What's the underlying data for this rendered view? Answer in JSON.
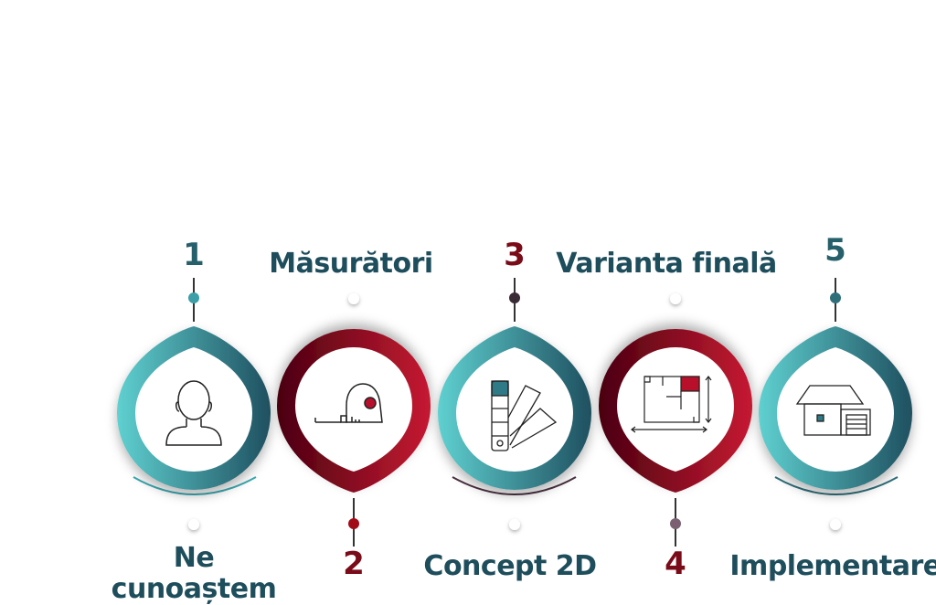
{
  "steps": [
    {
      "number": "1",
      "title": "Ne cunoaștem",
      "title_lines": [
        "Ne",
        "cunoaștem"
      ],
      "icon": "person-icon",
      "theme": "teal"
    },
    {
      "number": "2",
      "title": "Măsurători",
      "icon": "tape-measure-icon",
      "theme": "red"
    },
    {
      "number": "3",
      "title": "Concept 2D",
      "icon": "color-swatch-icon",
      "theme": "teal"
    },
    {
      "number": "4",
      "title": "Varianta finală",
      "icon": "floor-plan-icon",
      "theme": "red"
    },
    {
      "number": "5",
      "title": "Implementare",
      "icon": "house-garage-icon",
      "theme": "teal"
    }
  ],
  "colors": {
    "teal_light": "#5fd0d0",
    "teal_dark": "#1f5060",
    "red_dark": "#4a0010",
    "red_light": "#c61a32",
    "text": "#1e4d5c"
  }
}
